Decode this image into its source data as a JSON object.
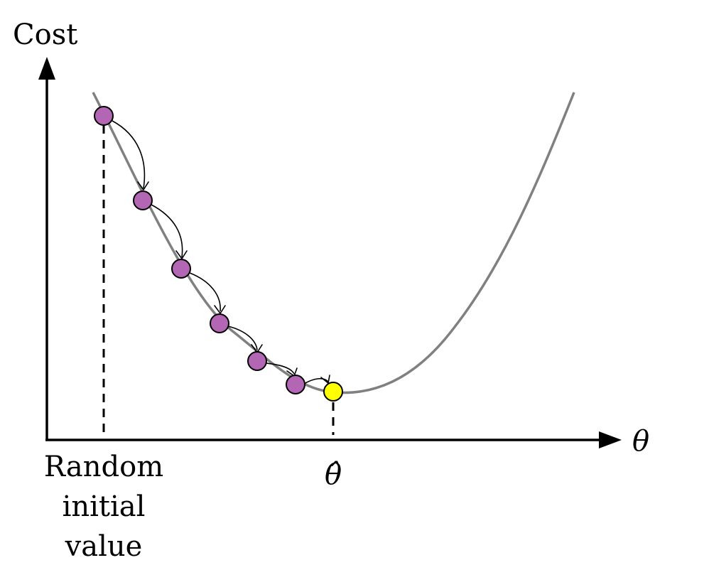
{
  "diagram": {
    "y_axis_label": "Cost",
    "x_axis_label": "θ",
    "optimum_label": "θ̂",
    "start_label_lines": [
      "Random",
      "initial",
      "value"
    ],
    "colors": {
      "curve": "#808080",
      "step_point": "#b366b3",
      "optimum_point": "#ffff00",
      "axes": "#000000"
    },
    "step_count": 6
  }
}
